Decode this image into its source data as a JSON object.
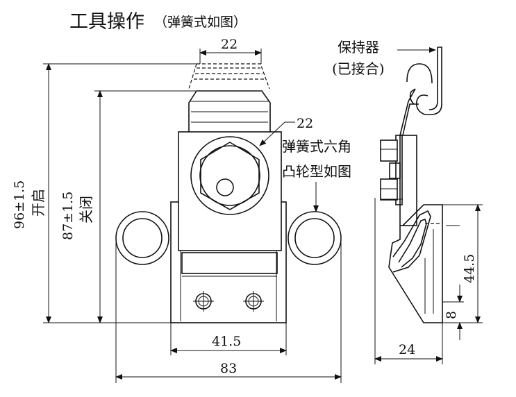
{
  "title": {
    "main": "工具操作",
    "sub": "（弹簧式如图）"
  },
  "front_view": {
    "dim_top_width": "22",
    "dim_hex": "22",
    "dim_hole_spacing": "41.5",
    "dim_total_width": "83",
    "dim_open_height": "96±1.5",
    "label_open": "开启",
    "dim_closed_height": "87±1.5",
    "label_closed": "关闭",
    "note_line1": "弹簧式六角",
    "note_line2": "凸轮型如图"
  },
  "side_view": {
    "holder_line1": "保持器",
    "holder_line2": "(已接合)",
    "dim_height": "44.5",
    "dim_small": "8",
    "dim_depth": "24"
  }
}
